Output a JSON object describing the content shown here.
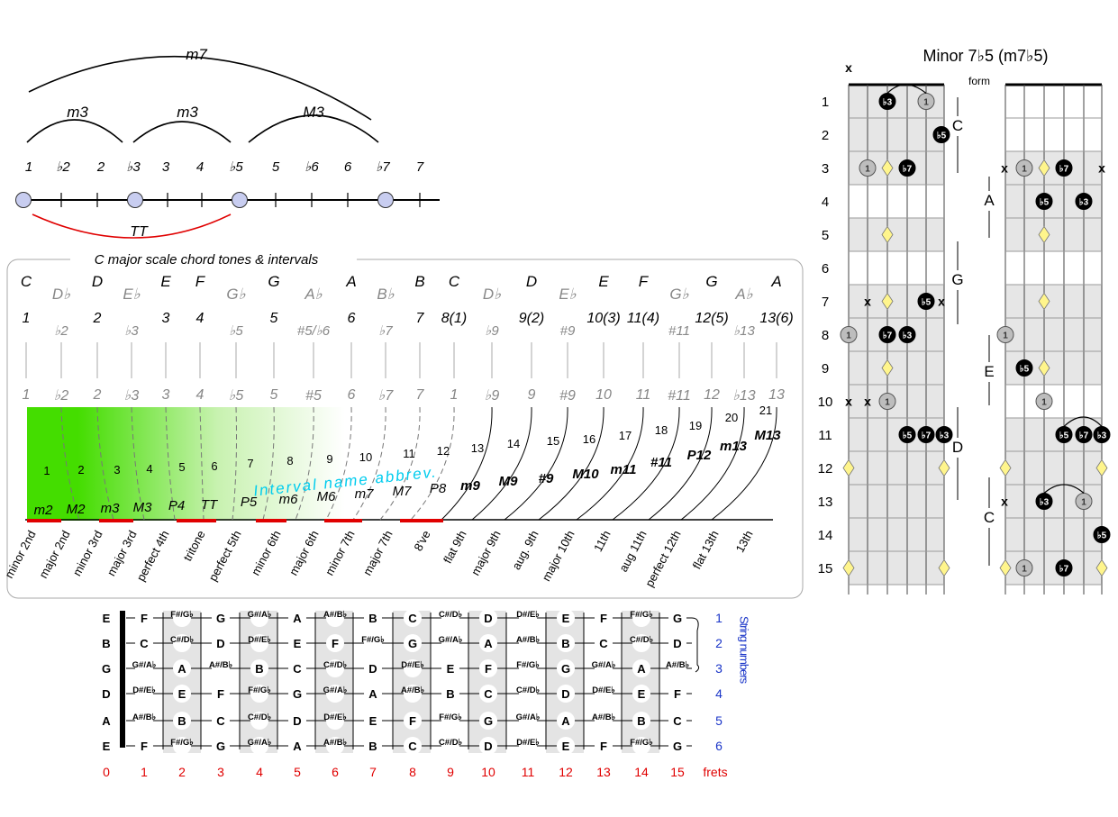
{
  "colors": {
    "red": "#e00000",
    "blue": "#1a35c8",
    "cyan": "#00ccee",
    "green": "#44dd00",
    "dot": "#c8cdf0",
    "gray_text": "#888888",
    "fret_shade": "#e4e4e4",
    "diamond": "#fff58c"
  },
  "arc_diagram": {
    "arcs": [
      "m7",
      "m3",
      "m3",
      "M3"
    ],
    "tt_label": "TT",
    "degrees": [
      "1",
      "♭2",
      "2",
      "♭3",
      "3",
      "4",
      "♭5",
      "5",
      "♭6",
      "6",
      "♭7",
      "7"
    ]
  },
  "interval_chart": {
    "title": "C major scale chord tones & intervals",
    "note_names": [
      "C",
      "D♭",
      "D",
      "E♭",
      "E",
      "F",
      "G♭",
      "G",
      "A♭",
      "A",
      "B♭",
      "B",
      "C",
      "D♭",
      "D",
      "E♭",
      "E",
      "F",
      "G♭",
      "G",
      "A♭",
      "A"
    ],
    "degree_labels": [
      "1",
      "♭2",
      "2",
      "♭3",
      "3",
      "4",
      "♭5",
      "5",
      "#5/♭6",
      "6",
      "♭7",
      "7",
      "8(1)",
      "♭9",
      "9(2)",
      "#9",
      "10(3)",
      "11(4)",
      "#11",
      "12(5)",
      "♭13",
      "13(6)"
    ],
    "mid_labels": [
      "1",
      "♭2",
      "2",
      "♭3",
      "3",
      "4",
      "♭5",
      "5",
      "#5",
      "6",
      "♭7",
      "7",
      "1",
      "♭9",
      "9",
      "#9",
      "10",
      "11",
      "#11",
      "12",
      "♭13",
      "13"
    ],
    "semitones": [
      "1",
      "2",
      "3",
      "4",
      "5",
      "6",
      "7",
      "8",
      "9",
      "10",
      "11",
      "12",
      "13",
      "14",
      "15",
      "16",
      "17",
      "18",
      "19",
      "20",
      "21"
    ],
    "abbrev_title": "Interval name abbrev.",
    "abbrevs": [
      "m2",
      "M2",
      "m3",
      "M3",
      "P4",
      "TT",
      "P5",
      "m6",
      "M6",
      "m7",
      "M7",
      "P8",
      "m9",
      "M9",
      "#9",
      "M10",
      "m11",
      "#11",
      "P12",
      "m13",
      "M13"
    ],
    "names": [
      "minor 2nd",
      "major 2nd",
      "minor 3rd",
      "major 3rd",
      "perfect 4th",
      "tritone",
      "perfect 5th",
      "minor 6th",
      "major 6th",
      "minor 7th",
      "major 7th",
      "8've",
      "flat 9th",
      "major 9th",
      "aug. 9th",
      "major 10th",
      "11th",
      "aug 11th",
      "perfect 12th",
      "flat 13th",
      "13th"
    ]
  },
  "fretboard_table": {
    "open_strings": [
      "E",
      "B",
      "G",
      "D",
      "A",
      "E"
    ],
    "rows": [
      [
        "F",
        "F#/G♭",
        "G",
        "G#/A♭",
        "A",
        "A#/B♭",
        "B",
        "C",
        "C#/D♭",
        "D",
        "D#/E♭",
        "E",
        "F",
        "F#/G♭",
        "G"
      ],
      [
        "C",
        "C#/D♭",
        "D",
        "D#/E♭",
        "E",
        "F",
        "F#/G♭",
        "G",
        "G#/A♭",
        "A",
        "A#/B♭",
        "B",
        "C",
        "C#/D♭",
        "D"
      ],
      [
        "G#/A♭",
        "A",
        "A#/B♭",
        "B",
        "C",
        "C#/D♭",
        "D",
        "D#/E♭",
        "E",
        "F",
        "F#/G♭",
        "G",
        "G#/A♭",
        "A",
        "A#/B♭"
      ],
      [
        "D#/E♭",
        "E",
        "F",
        "F#/G♭",
        "G",
        "G#/A♭",
        "A",
        "A#/B♭",
        "B",
        "C",
        "C#/D♭",
        "D",
        "D#/E♭",
        "E",
        "F"
      ],
      [
        "A#/B♭",
        "B",
        "C",
        "C#/D♭",
        "D",
        "D#/E♭",
        "E",
        "F",
        "F#/G♭",
        "G",
        "G#/A♭",
        "A",
        "A#/B♭",
        "B",
        "C"
      ],
      [
        "F",
        "F#/G♭",
        "G",
        "G#/A♭",
        "A",
        "A#/B♭",
        "B",
        "C",
        "C#/D♭",
        "D",
        "D#/E♭",
        "E",
        "F",
        "F#/G♭",
        "G"
      ]
    ],
    "string_numbers": [
      "1",
      "2",
      "3",
      "4",
      "5",
      "6"
    ],
    "string_numbers_label": "String numbers",
    "frets": [
      "0",
      "1",
      "2",
      "3",
      "4",
      "5",
      "6",
      "7",
      "8",
      "9",
      "10",
      "11",
      "12",
      "13",
      "14",
      "15"
    ],
    "frets_label": "frets"
  },
  "chord_diagram": {
    "title": "Minor 7♭5 (m7♭5)",
    "form_label": "form",
    "fret_numbers": [
      "1",
      "2",
      "3",
      "4",
      "5",
      "6",
      "7",
      "8",
      "9",
      "10",
      "11",
      "12",
      "13",
      "14",
      "15"
    ],
    "left_forms": [
      "C",
      "G",
      "D"
    ],
    "right_forms": [
      "A",
      "E",
      "C"
    ],
    "muted": "x",
    "markers": [
      "♭3",
      "1",
      "♭5",
      "♭7"
    ]
  }
}
